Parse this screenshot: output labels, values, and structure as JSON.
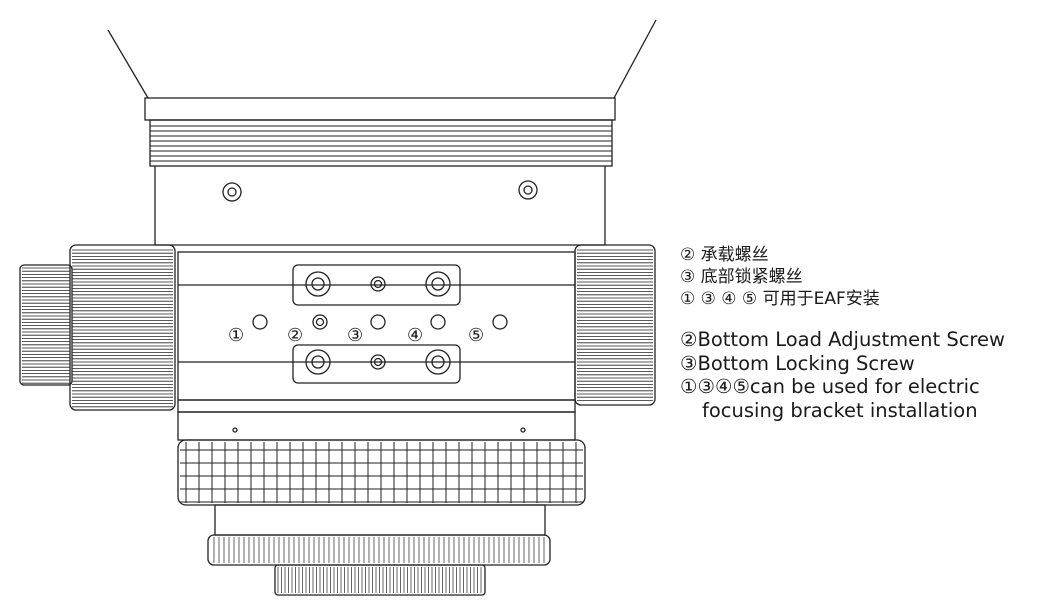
{
  "callouts": [
    "①",
    "②",
    "③",
    "④",
    "⑤"
  ],
  "legend_cn": [
    "② 承载螺丝",
    "③ 底部锁紧螺丝",
    "① ③ ④ ⑤ 可用于EAF安装"
  ],
  "legend_en": [
    "②Bottom Load Adjustment Screw",
    "③Bottom Locking Screw",
    "①③④⑤can be used for electric",
    "focusing bracket installation"
  ]
}
